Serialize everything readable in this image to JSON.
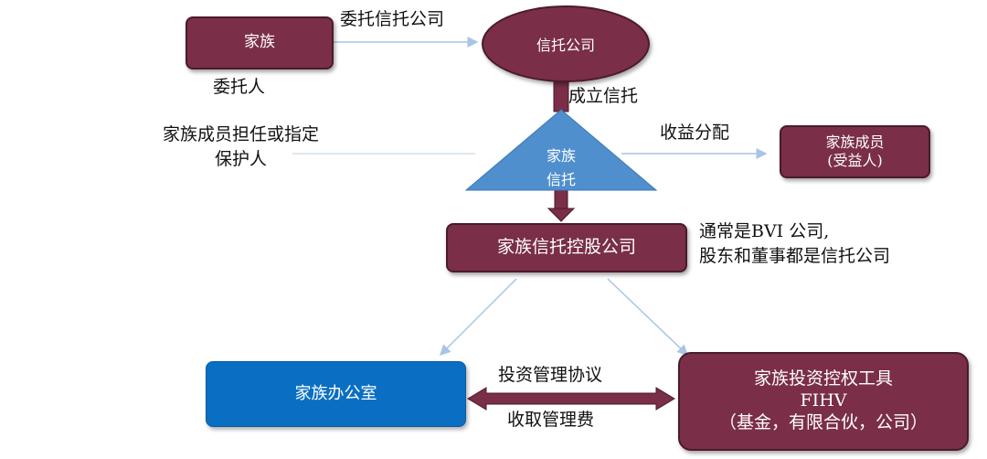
{
  "nodes": {
    "family": "家族",
    "trust_company": "信托公司",
    "family_trust_line1": "家族",
    "family_trust_line2": "信托",
    "family_member_line1": "家族成员",
    "family_member_line2": "(受益人)",
    "holding_company": "家族信托控股公司",
    "family_office": "家族办公室",
    "fihv_line1": "家族投资控权工具",
    "fihv_line2": "FIHV",
    "fihv_line3": "（基金，有限合伙，公司）"
  },
  "labels": {
    "entrust_trust_company": "委托信托公司",
    "settlor": "委托人",
    "establish_trust": "成立信托",
    "protector_line1": "家族成员担任或指定",
    "protector_line2": "保护人",
    "income_distribution": "收益分配",
    "bvi_line1": "通常是BVI 公司,",
    "bvi_line2": "股东和董事都是信托公司",
    "investment_agreement": "投资管理协议",
    "management_fee": "收取管理费"
  },
  "colors": {
    "maroon": "#7a2e48",
    "blue": "#0a6fc2",
    "triangle": "#4f8fce",
    "connector": "#a9c4e4"
  }
}
